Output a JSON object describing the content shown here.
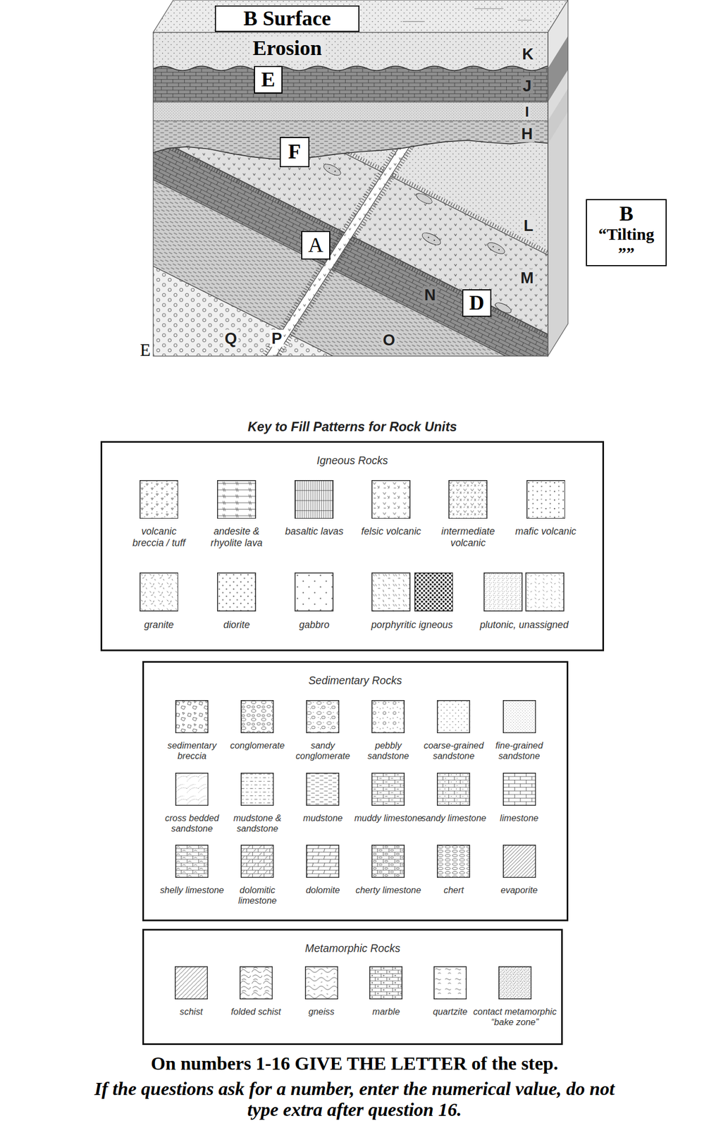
{
  "diagram": {
    "nodes": [
      {
        "text": [
          "B Surface",
          "Erosion"
        ]
      },
      {
        "text": [
          "E"
        ]
      },
      {
        "text": [
          "F"
        ]
      },
      {
        "text": [
          "B",
          "“Tilting ””"
        ]
      },
      {
        "text": [
          "A"
        ]
      },
      {
        "text": [
          "D"
        ]
      },
      {
        "text": [
          "Igneous Rocks"
        ]
      },
      {
        "text": [
          "Sedimentary Rocks"
        ]
      },
      {
        "text": [
          "Metamorphic Rocks"
        ]
      }
    ],
    "labels": [
      "K",
      "J",
      "I",
      "H",
      "L",
      "M",
      "N",
      "O",
      "P",
      "Q",
      "E",
      "Key to Fill Patterns for Rock Units",
      "On numbers 1-16 GIVE THE LETTER of the step.",
      "If the questions ask for a number, enter the numerical value, do not type extra after question 16."
    ],
    "legend": [
      {
        "text": "volcanic breccia / tuff"
      },
      {
        "text": "andesite & rhyolite lava"
      },
      {
        "text": "basaltic lavas"
      },
      {
        "text": "felsic volcanic"
      },
      {
        "text": "intermediate volcanic"
      },
      {
        "text": "mafic volcanic"
      },
      {
        "text": "granite"
      },
      {
        "text": "diorite"
      },
      {
        "text": "gabbro"
      },
      {
        "text": "porphyritic igneous"
      },
      {
        "text": "plutonic, unassigned"
      },
      {
        "text": "sedimentary breccia"
      },
      {
        "text": "conglomerate"
      },
      {
        "text": "sandy conglomerate"
      },
      {
        "text": "pebbly sandstone"
      },
      {
        "text": "coarse-grained sandstone"
      },
      {
        "text": "fine-grained sandstone"
      },
      {
        "text": "cross bedded sandstone"
      },
      {
        "text": "mudstone & sandstone"
      },
      {
        "text": "mudstone"
      },
      {
        "text": "muddy limestone"
      },
      {
        "text": "sandy limestone"
      },
      {
        "text": "limestone"
      },
      {
        "text": "shelly limestone"
      },
      {
        "text": "dolomitic limestone"
      },
      {
        "text": "dolomite"
      },
      {
        "text": "cherty limestone"
      },
      {
        "text": "chert"
      },
      {
        "text": "evaporite"
      },
      {
        "text": "schist"
      },
      {
        "text": "folded schist"
      },
      {
        "text": "gneiss"
      },
      {
        "text": "marble"
      },
      {
        "text": "quartzite"
      },
      {
        "text": "contact metamorphic “bake zone”"
      }
    ]
  }
}
